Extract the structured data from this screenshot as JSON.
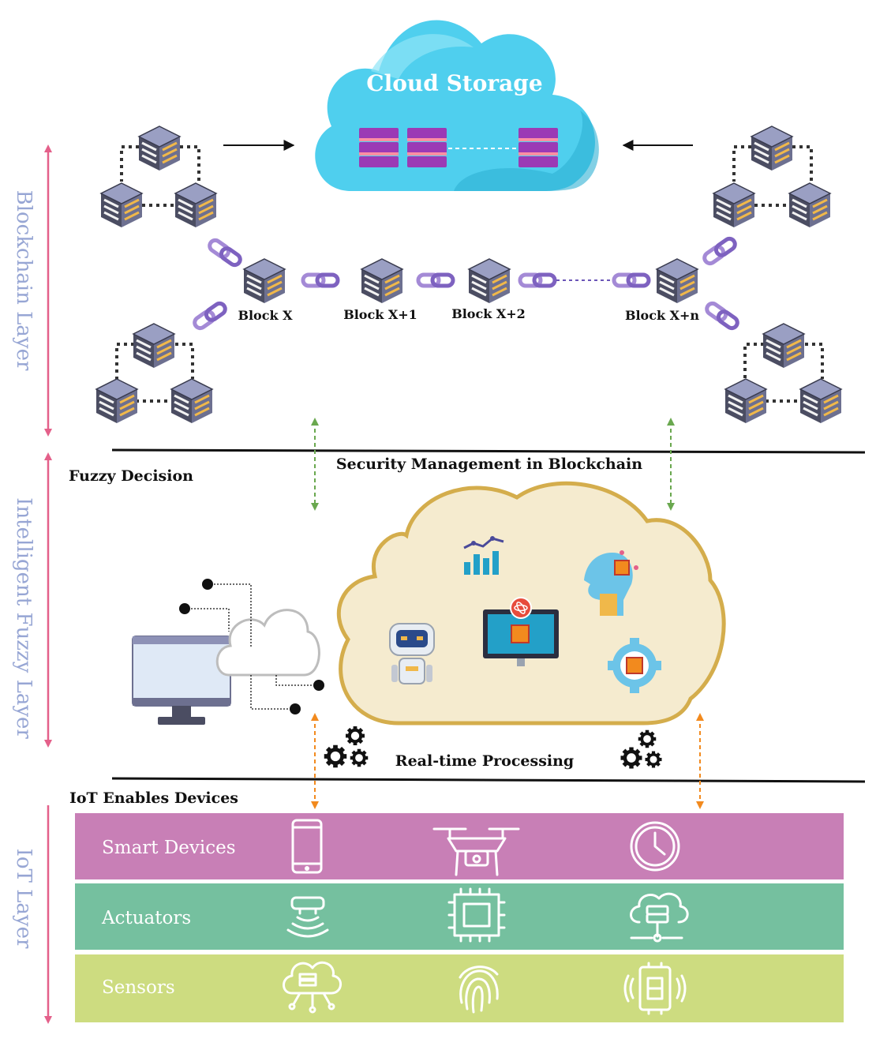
{
  "layers": {
    "blockchain": "Blockchain Layer",
    "fuzzy": "Intelligent Fuzzy Layer",
    "iot": "IoT Layer"
  },
  "cloud": {
    "title": "Cloud Storage"
  },
  "blocks": [
    "Block X",
    "Block X+1",
    "Block X+2",
    "Block X+n"
  ],
  "sections": {
    "fuzzy_decision": "Fuzzy Decision",
    "security": "Security Management in Blockchain",
    "realtime": "Real-time Processing",
    "iot_devices": "IoT Enables Devices"
  },
  "bands": [
    {
      "label": "Smart Devices",
      "color": "#c87fb6",
      "icons": [
        "smartphone-icon",
        "drone-icon",
        "clock-icon"
      ]
    },
    {
      "label": "Actuators",
      "color": "#75c09f",
      "icons": [
        "wireless-router-icon",
        "microchip-icon",
        "cloud-server-icon"
      ]
    },
    {
      "label": "Sensors",
      "color": "#cddc80",
      "icons": [
        "cloud-network-icon",
        "fingerprint-icon",
        "vibration-sensor-icon"
      ]
    }
  ],
  "colors": {
    "layer_arrow": "#e4608a",
    "layer_text": "#97a6d4",
    "cloud_blue": "#4fcfee",
    "server_bar": "#9b3ab5",
    "chain": "#a48ad6",
    "block_cube": "#7b7f9e",
    "ai_cloud_fill": "#f5ebcf",
    "ai_cloud_border": "#d4ad4c",
    "green_arrow": "#6aa84f",
    "orange_arrow": "#f28a1e"
  }
}
